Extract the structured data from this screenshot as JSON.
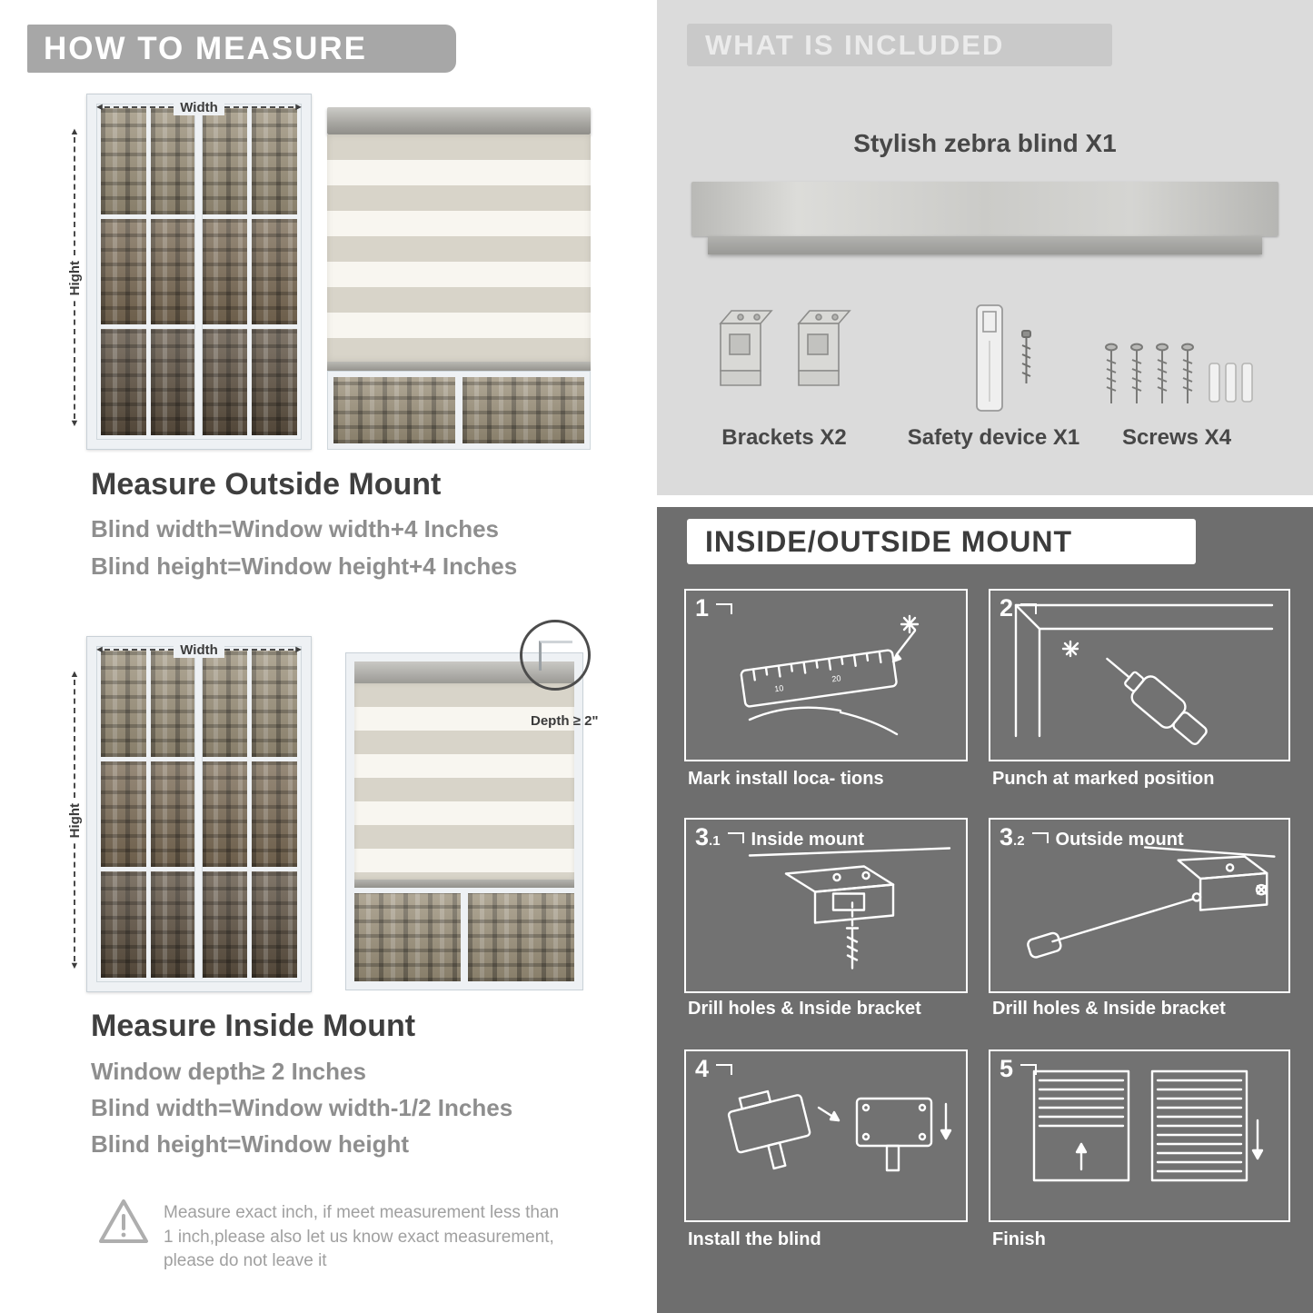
{
  "colors": {
    "banner_gray": "#a7a7a7",
    "included_bg": "#dbdbdb",
    "mount_bg": "#6e6e6e",
    "heading_dark": "#3f3f3f",
    "spec_gray": "#8e8e8e"
  },
  "left": {
    "header": "HOW TO MEASURE",
    "outside": {
      "width_label": "Width",
      "height_label": "Hight",
      "title": "Measure Outside Mount",
      "specs": [
        "Blind width=Window width+4 Inches",
        "Blind height=Window height+4 Inches"
      ]
    },
    "inside": {
      "width_label": "Width",
      "height_label": "Hight",
      "depth_label": "Depth ≥ 2\"",
      "title": "Measure Inside Mount",
      "specs": [
        "Window depth≥ 2 Inches",
        "Blind width=Window width-1/2 Inches",
        "Blind height=Window height"
      ]
    },
    "note": "Measure exact inch, if meet measurement less than 1 inch,please also let us know exact measurement, please do not leave it"
  },
  "right": {
    "included": {
      "header": "WHAT IS INCLUDED",
      "blind_label": "Stylish zebra blind X1",
      "item_labels": [
        "Brackets X2",
        "Safety device X1",
        "Screws X4"
      ]
    },
    "mount": {
      "header": "INSIDE/OUTSIDE MOUNT",
      "steps": [
        {
          "num": "1",
          "sub": "",
          "label": "",
          "caption": "Mark install loca- tions"
        },
        {
          "num": "2",
          "sub": "",
          "label": "",
          "caption": "Punch at  marked position"
        },
        {
          "num": "3",
          "sub": ".1",
          "label": "Inside mount",
          "caption": "Drill holes &  Inside bracket"
        },
        {
          "num": "3",
          "sub": ".2",
          "label": "Outside mount",
          "caption": "Drill holes &  Inside bracket"
        },
        {
          "num": "4",
          "sub": "",
          "label": "",
          "caption": "Install the blind"
        },
        {
          "num": "5",
          "sub": "",
          "label": "",
          "caption": "Finish"
        }
      ]
    }
  }
}
